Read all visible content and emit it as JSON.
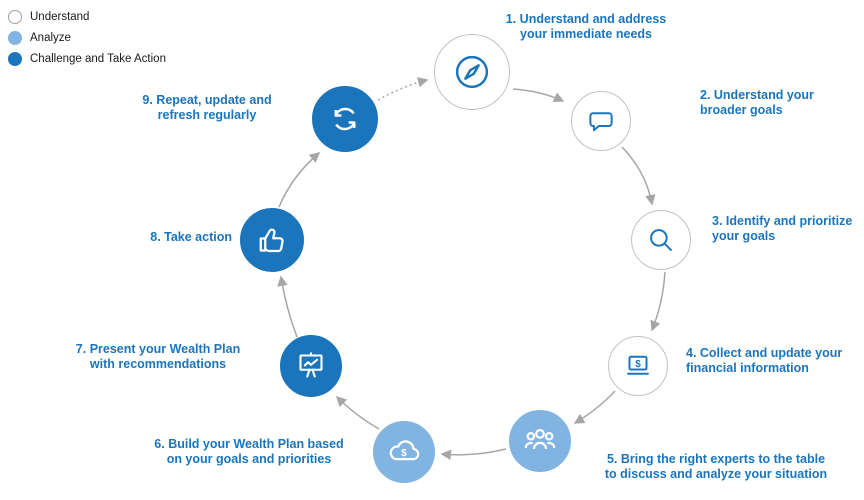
{
  "colors": {
    "label_blue": "#1b75bc",
    "dark_blue": "#1b75bc",
    "light_blue": "#82b4e1",
    "white_node_border": "#c2c2c2",
    "arrow_gray": "#a6a6a6"
  },
  "legend": {
    "items": [
      {
        "label": "Understand",
        "swatch": "white-outline"
      },
      {
        "label": "Analyze",
        "swatch": "light-blue"
      },
      {
        "label": "Challenge and Take Action",
        "swatch": "dark-blue"
      }
    ]
  },
  "steps": [
    {
      "label": "1. Understand and address\nyour immediate needs",
      "category": "Understand",
      "icon": "compass-icon"
    },
    {
      "label": "2. Understand your\nbroader goals",
      "category": "Understand",
      "icon": "speech-bubble-icon"
    },
    {
      "label": "3.  Identify and prioritize\nyour goals",
      "category": "Understand",
      "icon": "magnifier-icon"
    },
    {
      "label": "4. Collect and update your\nfinancial information",
      "category": "Understand",
      "icon": "laptop-dollar-icon"
    },
    {
      "label": "5. Bring the right experts to the table\nto discuss and analyze your situation",
      "category": "Analyze",
      "icon": "team-icon"
    },
    {
      "label": "6. Build your Wealth Plan based\non your goals and priorities",
      "category": "Analyze",
      "icon": "cloud-dollar-icon"
    },
    {
      "label": "7. Present your Wealth Plan\nwith recommendations",
      "category": "Challenge and Take Action",
      "icon": "presentation-icon"
    },
    {
      "label": "8. Take action",
      "category": "Challenge and Take Action",
      "icon": "thumbs-up-icon"
    },
    {
      "label": "9. Repeat, update and\nrefresh regularly",
      "category": "Challenge and Take Action",
      "icon": "refresh-icon"
    }
  ]
}
